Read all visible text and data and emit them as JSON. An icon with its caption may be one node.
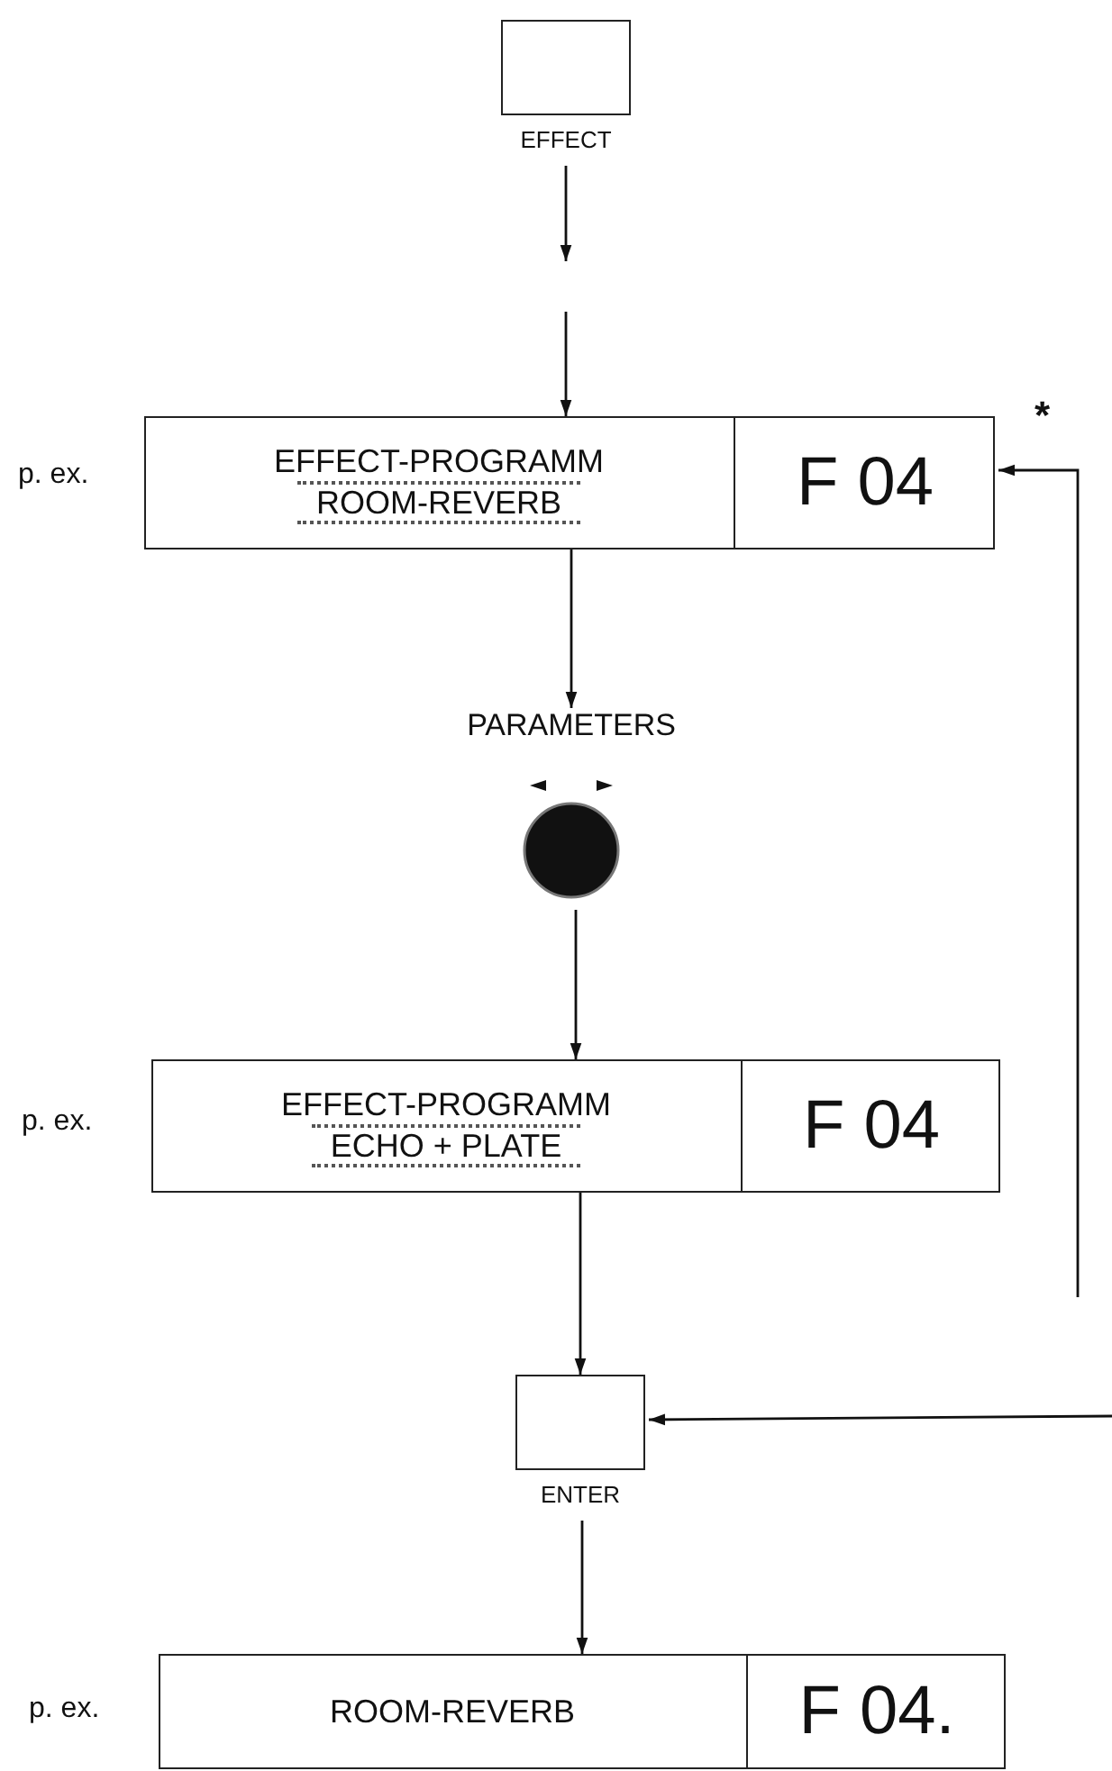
{
  "diagram": {
    "nodes": [
      {
        "text": [
          "EFFECT"
        ]
      },
      {
        "text": [
          "EFFECT-PROGRAMM",
          "ROOM-REVERB"
        ],
        "beside": [
          "p. ex."
        ]
      },
      {
        "text": [
          "F 04"
        ],
        "in": 1
      },
      {
        "text": [
          "PARAMETERS"
        ]
      },
      {
        "text": [
          "EFFECT-PROGRAMM",
          "ECHO + PLATE"
        ],
        "beside": [
          "p. ex."
        ]
      },
      {
        "text": [
          "F 04"
        ],
        "in": 4
      },
      {
        "text": [
          "ENTER"
        ]
      },
      {
        "text": [
          "ROOM-REVERB"
        ],
        "beside": [
          "p. ex."
        ]
      },
      {
        "text": [
          "F 04."
        ],
        "in": 7
      }
    ],
    "edges": [
      {
        "from": 0,
        "to": null,
        "arrow": "to"
      },
      {
        "from": null,
        "to": 1,
        "arrow": "to"
      },
      {
        "from": 1,
        "to": 3,
        "arrow": "to"
      },
      {
        "from": 3,
        "to": 4,
        "arrow": "to"
      },
      {
        "from": 4,
        "to": 6,
        "arrow": "to"
      },
      {
        "from": 6,
        "to": 7,
        "arrow": "to"
      },
      {
        "from": null,
        "to": 2,
        "arrow": "to"
      },
      {
        "from": null,
        "to": 6,
        "arrow": "to"
      }
    ],
    "labels": [
      "*"
    ]
  }
}
